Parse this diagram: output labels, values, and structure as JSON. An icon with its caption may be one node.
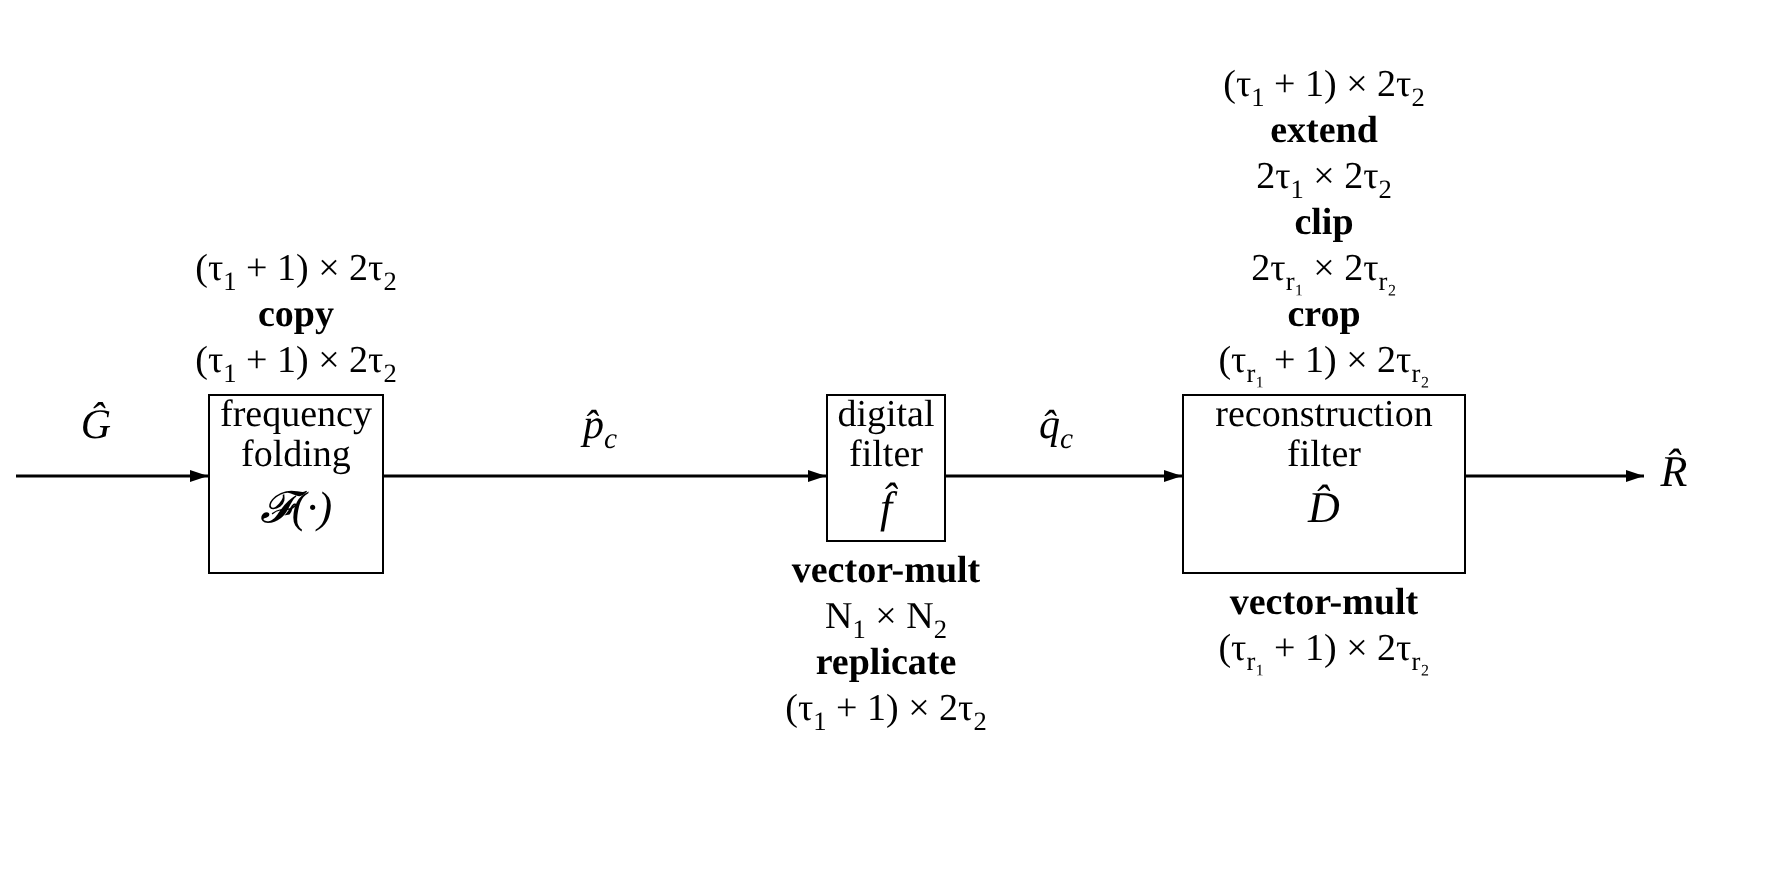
{
  "diagram": {
    "nodes": [
      {
        "text": [
          "frequency folding",
          "𝓕(·)"
        ],
        "beside": [
          "(τ$_{1}$ + 1) × 2τ$_{2}$",
          "**copy**",
          "(τ$_{1}$ + 1) × 2τ$_{2}$"
        ]
      },
      {
        "text": [
          "digital filter",
          "f̂"
        ],
        "beside": [
          "**vector-mult**",
          "N$_{1}$ × N$_{2}$",
          "**replicate**",
          "(τ$_{1}$ + 1) × 2τ$_{2}$"
        ]
      },
      {
        "text": [
          "reconstruction filter",
          "D̂"
        ],
        "beside": [
          "(τ$_{1}$ + 1) × 2τ$_{2}$",
          "**extend**",
          "2τ$_{1}$ × 2τ$_{2}$",
          "**clip**",
          "2τ$_{r₁}$ × 2τ$_{r₂}$",
          "**crop**",
          "(τ$_{r₁}$ + 1) × 2τ$_{r₂}$",
          "**vector-mult**",
          "(τ$_{r₁}$ + 1) × 2τ$_{r₂}$"
        ]
      },
      {
        "text": [
          "R̂"
        ]
      }
    ],
    "edges": [
      {
        "from": null,
        "to": 0,
        "arrow": "to",
        "label": "Ĝ"
      },
      {
        "from": 0,
        "to": 1,
        "arrow": "to",
        "label": "p̂$_{c}$"
      },
      {
        "from": 1,
        "to": 2,
        "arrow": "to",
        "label": "q̂$_{c}$"
      },
      {
        "from": 2,
        "to": 3,
        "arrow": "to"
      }
    ]
  }
}
